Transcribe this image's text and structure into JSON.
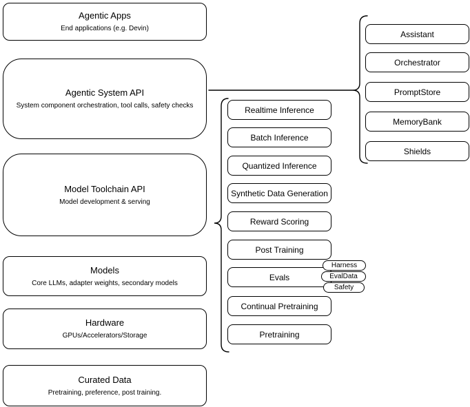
{
  "diagram": {
    "title": "Agentic system stack diagram",
    "colors": {
      "stroke": "#000000",
      "background": "#ffffff"
    },
    "left_stack": [
      {
        "title": "Agentic Apps",
        "subtitle": "End applications (e.g. Devin)"
      },
      {
        "title": "Agentic System API",
        "subtitle": "System component orchestration, tool calls, safety checks"
      },
      {
        "title": "Model Toolchain API",
        "subtitle": "Model development & serving"
      },
      {
        "title": "Models",
        "subtitle": "Core LLMs, adapter weights, secondary models"
      },
      {
        "title": "Hardware",
        "subtitle": "GPUs/Accelerators/Storage"
      },
      {
        "title": "Curated Data",
        "subtitle": "Pretraining, preference, post training."
      }
    ],
    "toolchain_items": [
      "Realtime Inference",
      "Batch Inference",
      "Quantized Inference",
      "Synthetic Data Generation",
      "Reward Scoring",
      "Post Training",
      "Evals",
      "Continual Pretraining",
      "Pretraining"
    ],
    "eval_tags": [
      "Harness",
      "EvalData",
      "Safety"
    ],
    "system_components": [
      "Assistant",
      "Orchestrator",
      "PromptStore",
      "MemoryBank",
      "Shields"
    ]
  }
}
